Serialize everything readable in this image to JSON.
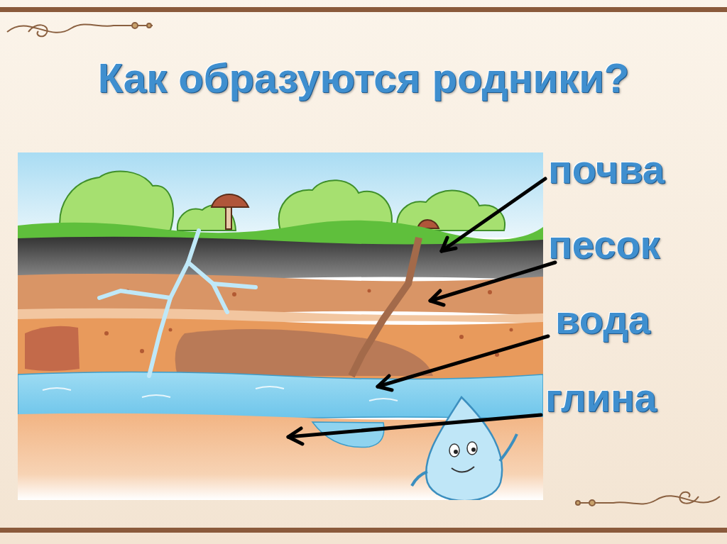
{
  "diagram": {
    "title": "Как образуются родники?",
    "labels": [
      "почва",
      "песок",
      "вода",
      "глина"
    ]
  }
}
